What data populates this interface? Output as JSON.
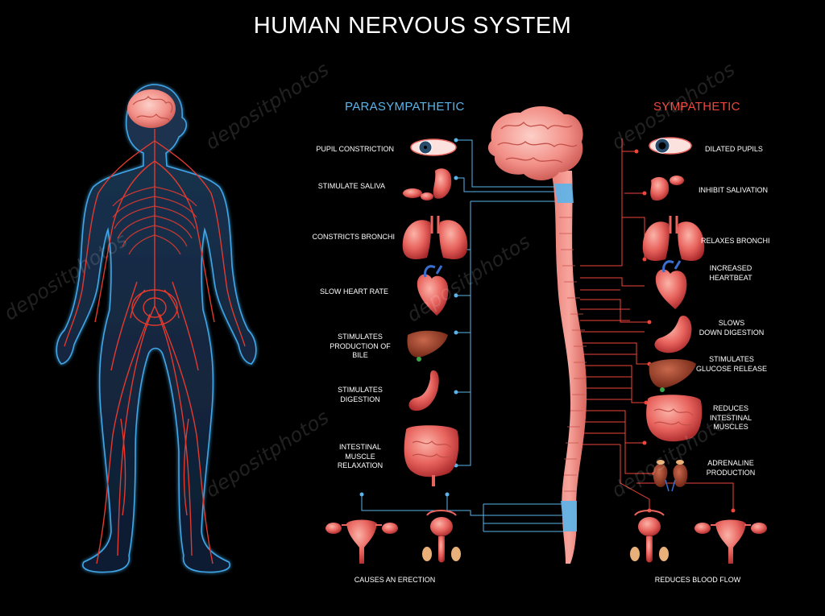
{
  "title": "HUMAN NERVOUS SYSTEM",
  "colors": {
    "background": "#000000",
    "parasympathetic": "#5ab4ea",
    "sympathetic": "#f0453a",
    "nerve": "#e23a2e",
    "body_glow": "#3fa6e8",
    "organ": "#e8645e",
    "brain": "#f39a92"
  },
  "parasympathetic": {
    "heading": "PARASYMPATHETIC",
    "items": [
      {
        "label": "PUPIL CONSTRICTION",
        "icon": "eye-icon"
      },
      {
        "label": "STIMULATE SALIVA",
        "icon": "salivary-gland-icon"
      },
      {
        "label": "CONSTRICTS BRONCHI",
        "icon": "lungs-icon"
      },
      {
        "label": "SLOW HEART RATE",
        "icon": "heart-icon"
      },
      {
        "label": "STIMULATES\nPRODUCTION OF BILE",
        "icon": "liver-icon"
      },
      {
        "label": "STIMULATES\nDIGESTION",
        "icon": "stomach-icon"
      },
      {
        "label": "INTESTINAL\nMUSCLE\nRELAXATION",
        "icon": "intestine-icon"
      },
      {
        "label": "CAUSES AN ERECTION",
        "icon": "reproductive-organs-icon"
      }
    ]
  },
  "sympathetic": {
    "heading": "SYMPATHETIC",
    "items": [
      {
        "label": "DILATED PUPILS",
        "icon": "eye-icon"
      },
      {
        "label": "INHIBIT SALIVATION",
        "icon": "salivary-gland-icon"
      },
      {
        "label": "RELAXES BRONCHI",
        "icon": "lungs-icon"
      },
      {
        "label": "INCREASED\nHEARTBEAT",
        "icon": "heart-icon"
      },
      {
        "label": "SLOWS\nDOWN DIGESTION",
        "icon": "stomach-icon"
      },
      {
        "label": "STIMULATES\nGLUCOSE RELEASE",
        "icon": "liver-icon"
      },
      {
        "label": "REDUCES\nINTESTINAL\nMUSCLES",
        "icon": "intestine-icon"
      },
      {
        "label": "ADRENALINE\nPRODUCTION",
        "icon": "kidney-icon"
      },
      {
        "label": "REDUCES BLOOD FLOW",
        "icon": "reproductive-organs-icon"
      }
    ]
  },
  "watermark": "depositphotos"
}
